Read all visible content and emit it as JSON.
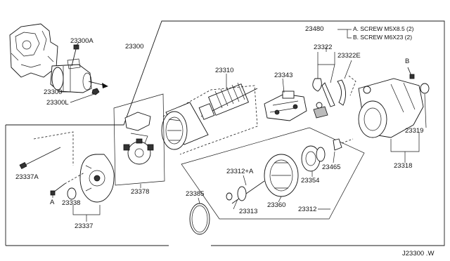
{
  "diagram_id": "J23300 .W",
  "legend": {
    "part_number": "23480",
    "items": [
      "A. SCREW M5X8.5 (2)",
      "B. SCREW M6X23 (2)"
    ]
  },
  "parts": [
    {
      "key": "p23300a",
      "label": "23300A"
    },
    {
      "key": "p23300top",
      "label": "23300"
    },
    {
      "key": "p23300mid",
      "label": "23300"
    },
    {
      "key": "p23300l",
      "label": "23300L"
    },
    {
      "key": "p23310",
      "label": "23310"
    },
    {
      "key": "p23343",
      "label": "23343"
    },
    {
      "key": "p23322",
      "label": "23322"
    },
    {
      "key": "p23322e",
      "label": "23322E"
    },
    {
      "key": "p23319",
      "label": "23319"
    },
    {
      "key": "p23318",
      "label": "23318"
    },
    {
      "key": "p23337a",
      "label": "23337A"
    },
    {
      "key": "p23338",
      "label": "23338"
    },
    {
      "key": "p23337",
      "label": "23337"
    },
    {
      "key": "p23378",
      "label": "23378"
    },
    {
      "key": "p23385",
      "label": "23385"
    },
    {
      "key": "p23312a",
      "label": "23312+A"
    },
    {
      "key": "p23313",
      "label": "23313"
    },
    {
      "key": "p23360",
      "label": "23360"
    },
    {
      "key": "p23354",
      "label": "23354"
    },
    {
      "key": "p23465",
      "label": "23465"
    },
    {
      "key": "p23312",
      "label": "23312"
    }
  ],
  "callouts": {
    "a_left": "A",
    "b_right": "B"
  }
}
